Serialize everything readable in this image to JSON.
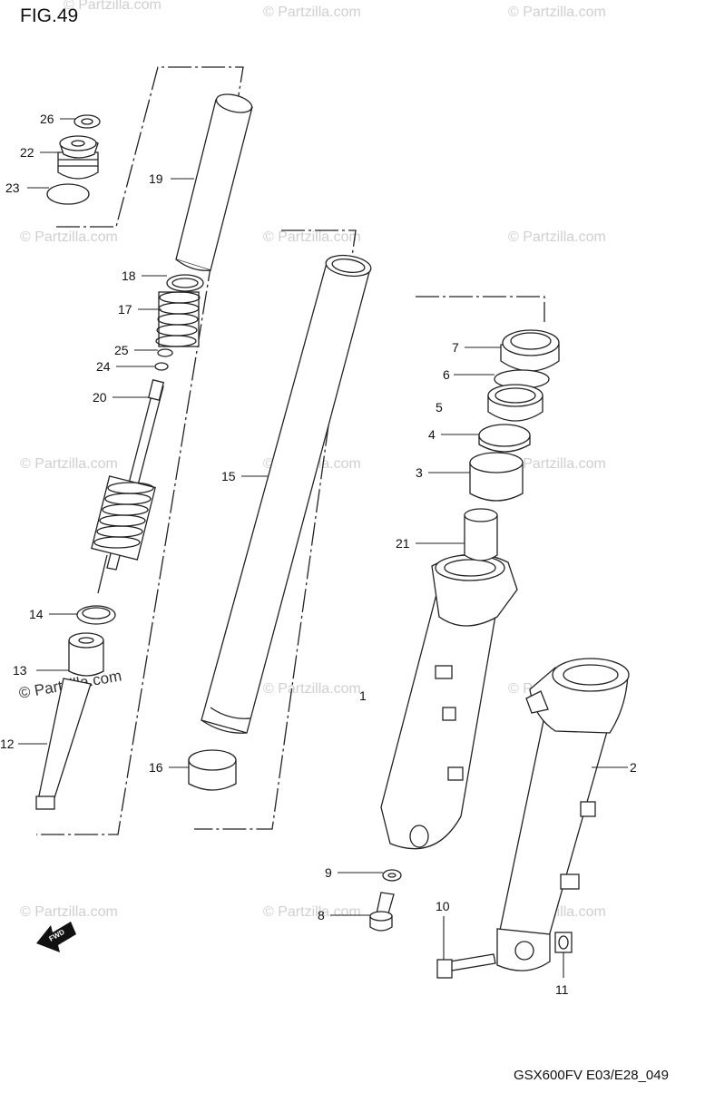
{
  "figure_title": "FIG.49",
  "footer_code": "GSX600FV E03/E28_049",
  "watermark": "© Partzilla.com",
  "fwd_label": "FWD",
  "callouts": [
    {
      "id": "26",
      "label": "26"
    },
    {
      "id": "22",
      "label": "22"
    },
    {
      "id": "23",
      "label": "23"
    },
    {
      "id": "19",
      "label": "19"
    },
    {
      "id": "18",
      "label": "18"
    },
    {
      "id": "17",
      "label": "17"
    },
    {
      "id": "25",
      "label": "25"
    },
    {
      "id": "24",
      "label": "24"
    },
    {
      "id": "20",
      "label": "20"
    },
    {
      "id": "15",
      "label": "15"
    },
    {
      "id": "14",
      "label": "14"
    },
    {
      "id": "13",
      "label": "13"
    },
    {
      "id": "12",
      "label": "12"
    },
    {
      "id": "16",
      "label": "16"
    },
    {
      "id": "7",
      "label": "7"
    },
    {
      "id": "6",
      "label": "6"
    },
    {
      "id": "5",
      "label": "5"
    },
    {
      "id": "4",
      "label": "4"
    },
    {
      "id": "3",
      "label": "3"
    },
    {
      "id": "21",
      "label": "21"
    },
    {
      "id": "1",
      "label": "1"
    },
    {
      "id": "2",
      "label": "2"
    },
    {
      "id": "9",
      "label": "9"
    },
    {
      "id": "8",
      "label": "8"
    },
    {
      "id": "10",
      "label": "10"
    },
    {
      "id": "11",
      "label": "11"
    }
  ]
}
